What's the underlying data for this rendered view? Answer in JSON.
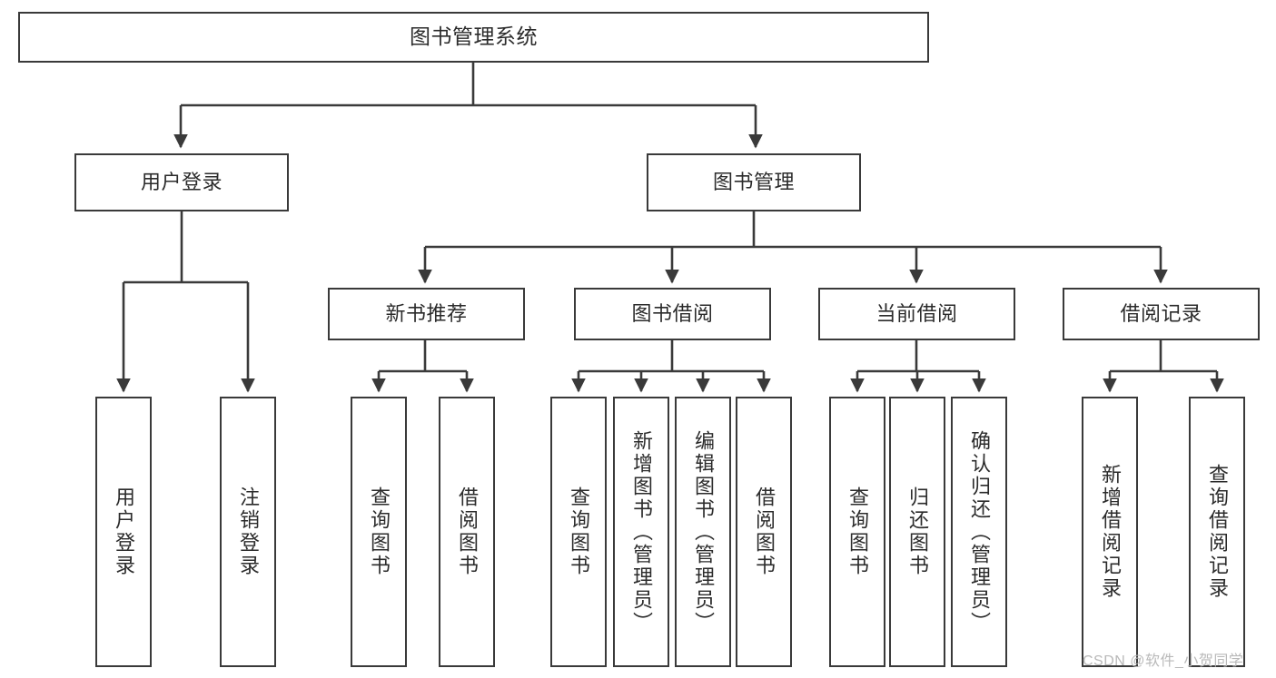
{
  "diagram": {
    "title": "图书管理系统",
    "watermark": "CSDN @软件_小贺同学",
    "levels": {
      "root": {
        "label": "图书管理系统"
      },
      "level2": [
        {
          "label": "用户登录"
        },
        {
          "label": "图书管理"
        }
      ],
      "level3": [
        {
          "label": "新书推荐"
        },
        {
          "label": "图书借阅"
        },
        {
          "label": "当前借阅"
        },
        {
          "label": "借阅记录"
        }
      ],
      "leaves_user_login": [
        {
          "label": "用户登录"
        },
        {
          "label": "注销登录"
        }
      ],
      "leaves_new_books": [
        {
          "label": "查询图书"
        },
        {
          "label": "借阅图书"
        }
      ],
      "leaves_book_borrow": [
        {
          "label": "查询图书"
        },
        {
          "label": "新增图书（管理员）"
        },
        {
          "label": "编辑图书（管理员）"
        },
        {
          "label": "借阅图书"
        }
      ],
      "leaves_current_borrow": [
        {
          "label": "查询图书"
        },
        {
          "label": "归还图书"
        },
        {
          "label": "确认归还（管理员）"
        }
      ],
      "leaves_borrow_record": [
        {
          "label": "新增借阅记录"
        },
        {
          "label": "查询借阅记录"
        }
      ]
    },
    "colors": {
      "stroke": "#3a3a3a",
      "background": "#ffffff",
      "text": "#2b2b2b",
      "watermark": "#b9b9b9"
    }
  }
}
